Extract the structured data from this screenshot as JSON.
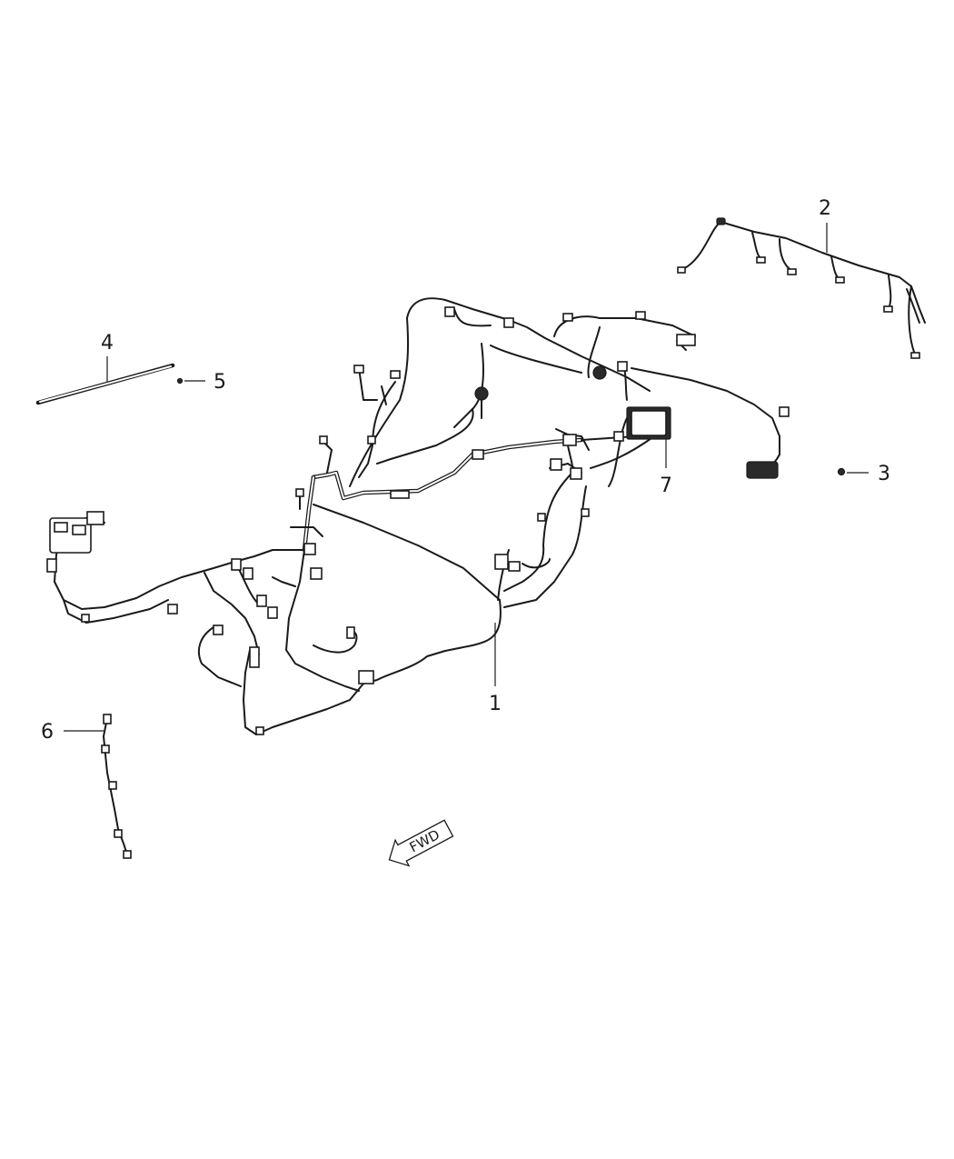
{
  "callouts": {
    "c1": "1",
    "c2": "2",
    "c3": "3",
    "c4": "4",
    "c5": "5",
    "c6": "6",
    "c7": "7"
  },
  "direction": {
    "label": "FWD"
  },
  "icons": {
    "direction_arrow": "forward-arrow-icon"
  }
}
